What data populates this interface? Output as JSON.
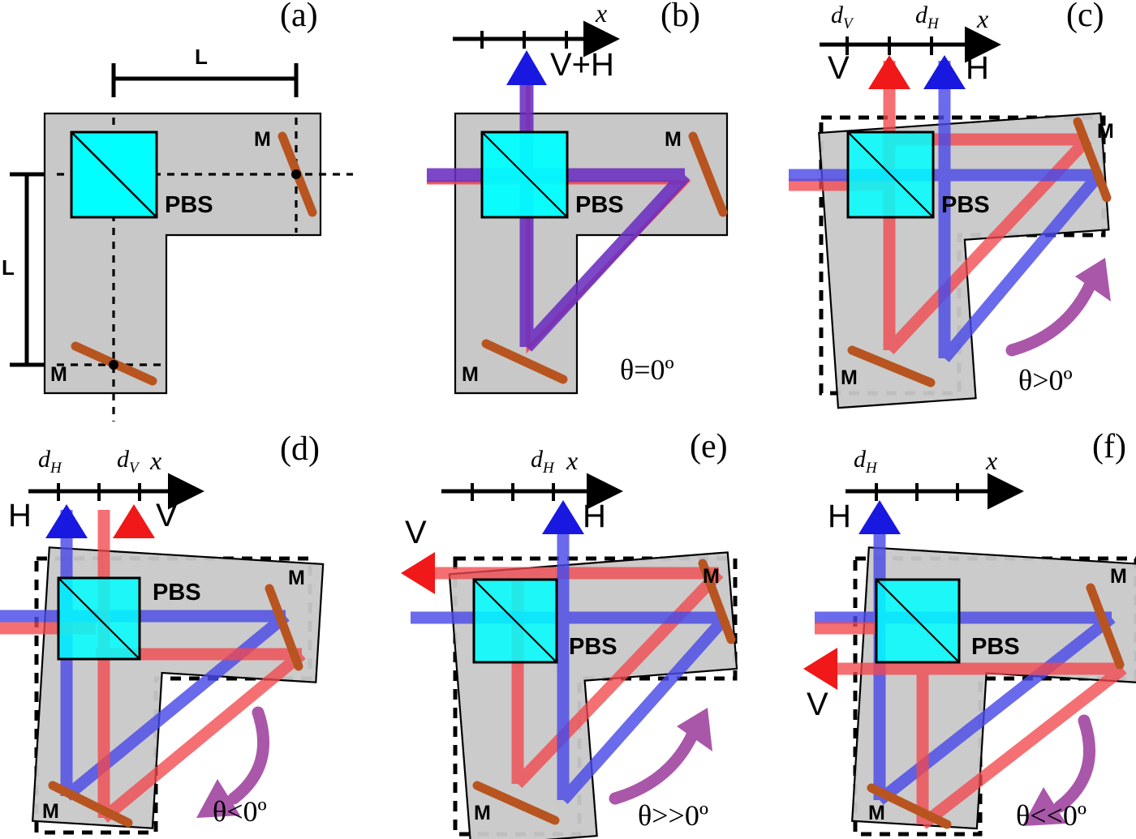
{
  "figure": {
    "type": "optical-diagram",
    "description": "Six-panel schematic of a rotating polarizing beam splitter (PBS) Sagnac-type interferometer showing beam displacement versus platform rotation angle theta",
    "colors": {
      "base_gray": "#c8c8c8",
      "pbs_cyan": "#00ffff",
      "mirror_brown": "#b8541f",
      "beam_red": "#f2484d",
      "beam_blue": "#4a4ae8",
      "beam_purple": "#6a2fc0",
      "rotation_arrow_purple": "#9b3a9b",
      "outline_black": "#000000"
    }
  },
  "panels": [
    {
      "letter": "(a)",
      "axis": null,
      "theta": null,
      "dim_label_horizontal": "L",
      "dim_label_vertical": "L",
      "pbs_label": "PBS",
      "mirror_labels": [
        "M",
        "M"
      ],
      "input_labels": [],
      "caption_note": "reference geometry with dashed optical axes"
    },
    {
      "letter": "(b)",
      "axis": {
        "label": "x",
        "ticks": 3,
        "markers": []
      },
      "theta": "θ=0º",
      "pbs_label": "PBS",
      "mirror_labels": [
        "M",
        "M"
      ],
      "input_labels": [
        {
          "text": "V+H",
          "color": "blue",
          "position": "up",
          "tick": 2
        }
      ]
    },
    {
      "letter": "(c)",
      "axis": {
        "label": "x",
        "ticks": 3,
        "markers": [
          {
            "text": "d_V",
            "tick": 1
          },
          {
            "text": "d_H",
            "tick": 3
          }
        ]
      },
      "theta": "θ>0º",
      "pbs_label": "PBS",
      "mirror_labels": [
        "M",
        "M"
      ],
      "input_labels": [
        {
          "text": "V",
          "color": "red",
          "position": "up",
          "tick": 1
        },
        {
          "text": "H",
          "color": "blue",
          "position": "up",
          "tick": 3
        }
      ],
      "rotation_arrow": "counterclockwise-up"
    },
    {
      "letter": "(d)",
      "axis": {
        "label": "x",
        "ticks": 3,
        "markers": [
          {
            "text": "d_H",
            "tick": 1
          },
          {
            "text": "d_V",
            "tick": 3
          }
        ]
      },
      "theta": "θ<0º",
      "pbs_label": "PBS",
      "mirror_labels": [
        "M",
        "M"
      ],
      "input_labels": [
        {
          "text": "H",
          "color": "blue",
          "position": "up",
          "tick": 1
        },
        {
          "text": "V",
          "color": "red",
          "position": "up",
          "tick": 3
        }
      ],
      "rotation_arrow": "clockwise-down"
    },
    {
      "letter": "(e)",
      "axis": {
        "label": "x",
        "ticks": 3,
        "markers": [
          {
            "text": "d_H",
            "tick": 3
          }
        ]
      },
      "theta": "θ>>0º",
      "pbs_label": "PBS",
      "mirror_labels": [
        "M",
        "M"
      ],
      "input_labels": [
        {
          "text": "H",
          "color": "blue",
          "position": "up",
          "tick": 3
        },
        {
          "text": "V",
          "color": "red",
          "position": "left",
          "tick": null
        }
      ],
      "rotation_arrow": "counterclockwise-up"
    },
    {
      "letter": "(f)",
      "axis": {
        "label": "x",
        "ticks": 3,
        "markers": [
          {
            "text": "d_H",
            "tick": 1
          }
        ]
      },
      "theta": "θ<<0º",
      "pbs_label": "PBS",
      "mirror_labels": [
        "M",
        "M"
      ],
      "input_labels": [
        {
          "text": "H",
          "color": "blue",
          "position": "up",
          "tick": 1
        },
        {
          "text": "V",
          "color": "red",
          "position": "left",
          "tick": null
        }
      ],
      "rotation_arrow": "clockwise-down"
    }
  ],
  "labels": {
    "pbs": "PBS",
    "mirror": "M",
    "dim_L": "L",
    "x_axis": "x",
    "d_V": "d",
    "d_V_sub": "V",
    "d_H": "d",
    "d_H_sub": "H",
    "V": "V",
    "H": "H",
    "VplusH": "V+H",
    "theta_a": "",
    "theta_b": "θ=0º",
    "theta_c": "θ>0º",
    "theta_d": "θ<0º",
    "theta_e": "θ>>0º",
    "theta_f": "θ<<0º",
    "letter_a": "(a)",
    "letter_b": "(b)",
    "letter_c": "(c)",
    "letter_d": "(d)",
    "letter_e": "(e)",
    "letter_f": "(f)"
  }
}
